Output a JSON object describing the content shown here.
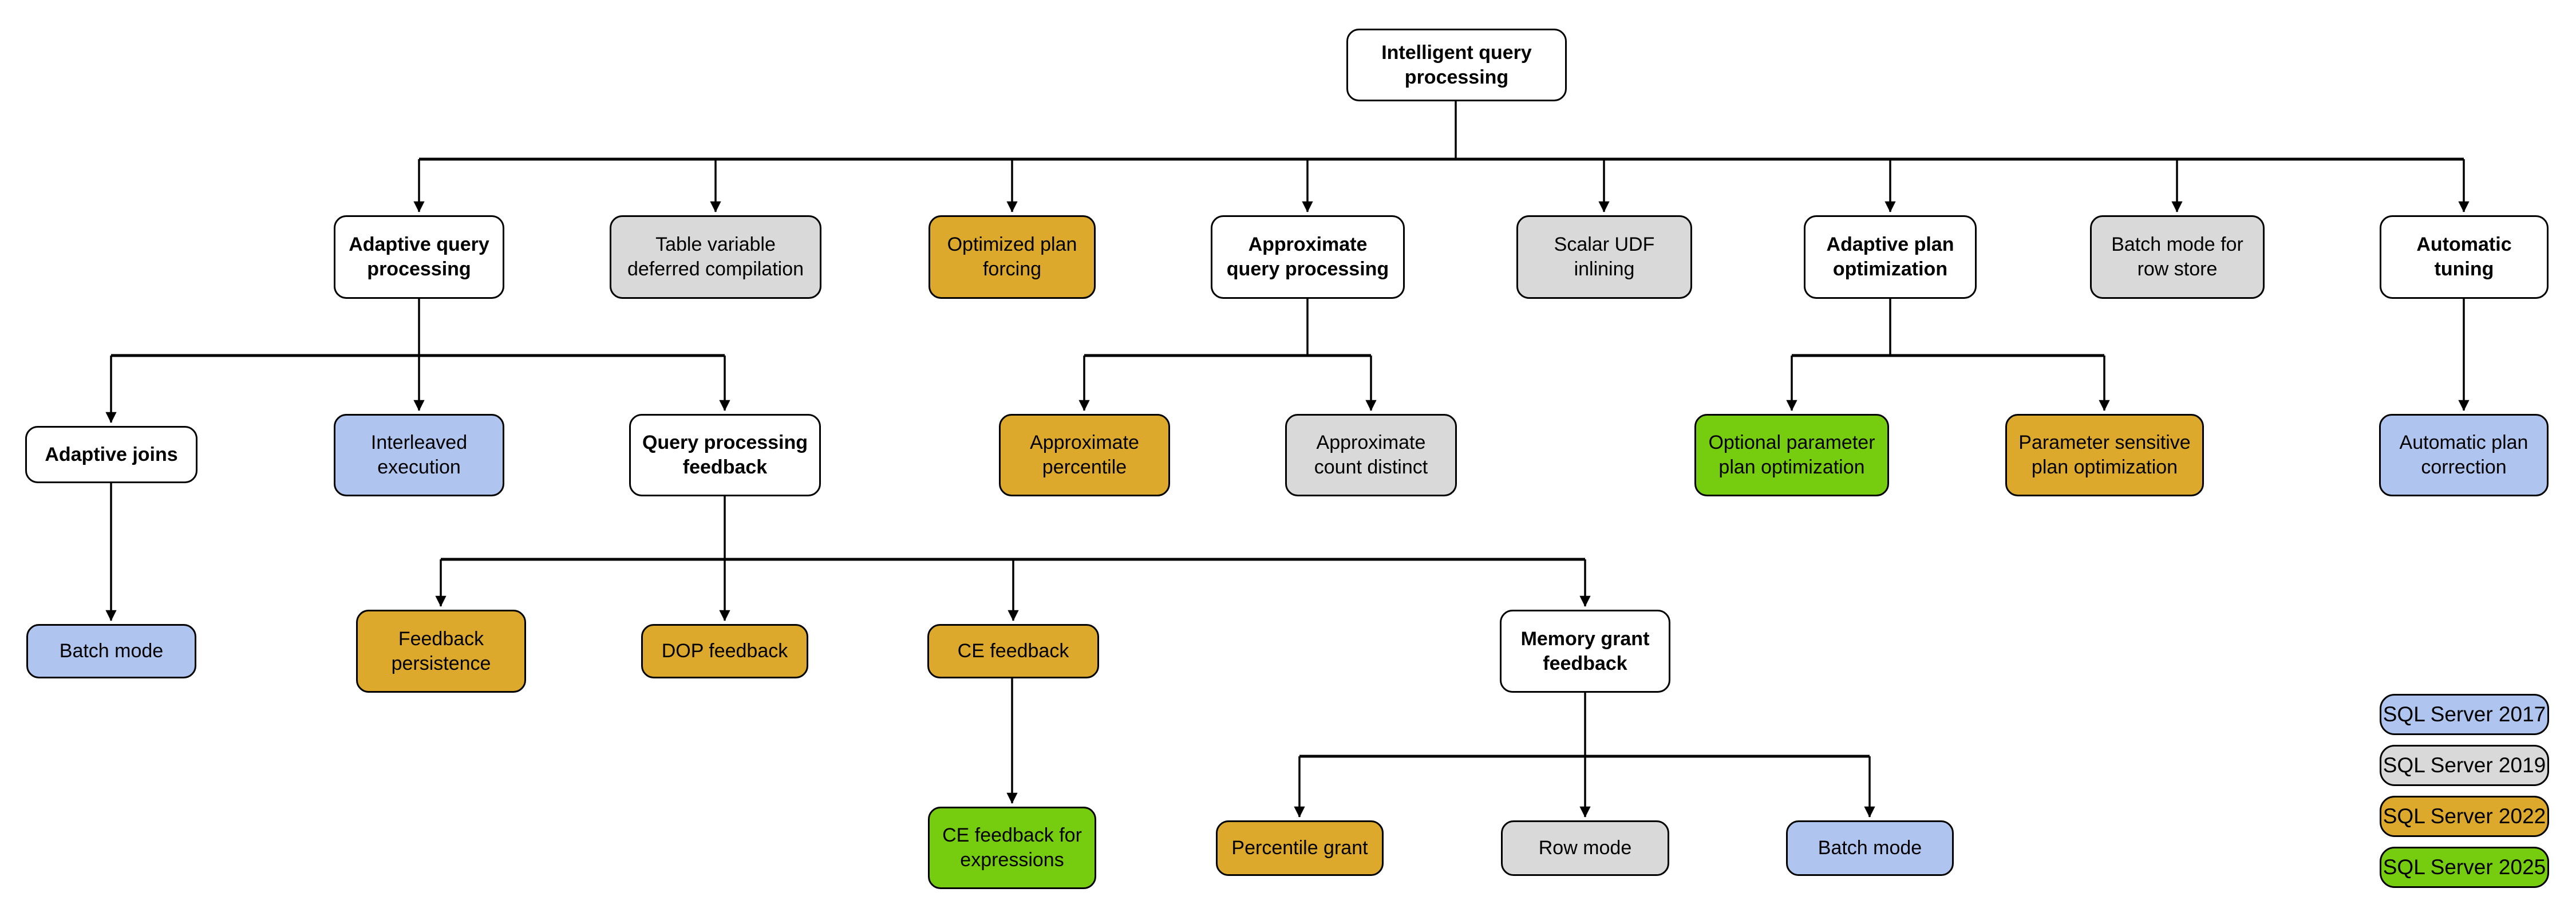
{
  "nodes": {
    "root": {
      "label": "Intelligent query\nprocessing"
    },
    "adaptive_query_processing": {
      "label": "Adaptive query\nprocessing"
    },
    "table_variable_deferred_compilation": {
      "label": "Table variable\ndeferred compilation"
    },
    "optimized_plan_forcing": {
      "label": "Optimized plan\nforcing"
    },
    "approximate_query_processing": {
      "label": "Approximate\nquery processing"
    },
    "scalar_udf_inlining": {
      "label": "Scalar UDF\ninlining"
    },
    "adaptive_plan_optimization": {
      "label": "Adaptive plan\noptimization"
    },
    "batch_mode_for_row_store": {
      "label": "Batch mode for\nrow store"
    },
    "automatic_tuning": {
      "label": "Automatic\ntuning"
    },
    "adaptive_joins": {
      "label": "Adaptive joins"
    },
    "interleaved_execution": {
      "label": "Interleaved\nexecution"
    },
    "query_processing_feedback": {
      "label": "Query processing\nfeedback"
    },
    "approximate_percentile": {
      "label": "Approximate\npercentile"
    },
    "approximate_count_distinct": {
      "label": "Approximate\ncount distinct"
    },
    "optional_parameter_plan_optimization": {
      "label": "Optional parameter\nplan optimization"
    },
    "parameter_sensitive_plan_optimization": {
      "label": "Parameter sensitive\nplan optimization"
    },
    "automatic_plan_correction": {
      "label": "Automatic plan\ncorrection"
    },
    "batch_mode_adaptive_joins": {
      "label": "Batch mode"
    },
    "feedback_persistence": {
      "label": "Feedback\npersistence"
    },
    "dop_feedback": {
      "label": "DOP feedback"
    },
    "ce_feedback": {
      "label": "CE feedback"
    },
    "memory_grant_feedback": {
      "label": "Memory grant\nfeedback"
    },
    "ce_feedback_for_expressions": {
      "label": "CE feedback for\nexpressions"
    },
    "percentile_grant": {
      "label": "Percentile grant"
    },
    "row_mode": {
      "label": "Row mode"
    },
    "batch_mode_memory_grant": {
      "label": "Batch mode"
    }
  },
  "legend": {
    "items": [
      {
        "label": "SQL Server 2017",
        "color": "#afc5f0"
      },
      {
        "label": "SQL Server 2019",
        "color": "#d9d9d9"
      },
      {
        "label": "SQL Server 2022",
        "color": "#dda92c"
      },
      {
        "label": "SQL Server 2025",
        "color": "#76cc0e"
      }
    ]
  },
  "colors": {
    "parent_white": "#ffffff",
    "sql_server_2017_blue": "#afc5f0",
    "sql_server_2019_gray": "#d9d9d9",
    "sql_server_2022_gold": "#dda92c",
    "sql_server_2025_green": "#76cc0e",
    "line_black": "#000000"
  }
}
